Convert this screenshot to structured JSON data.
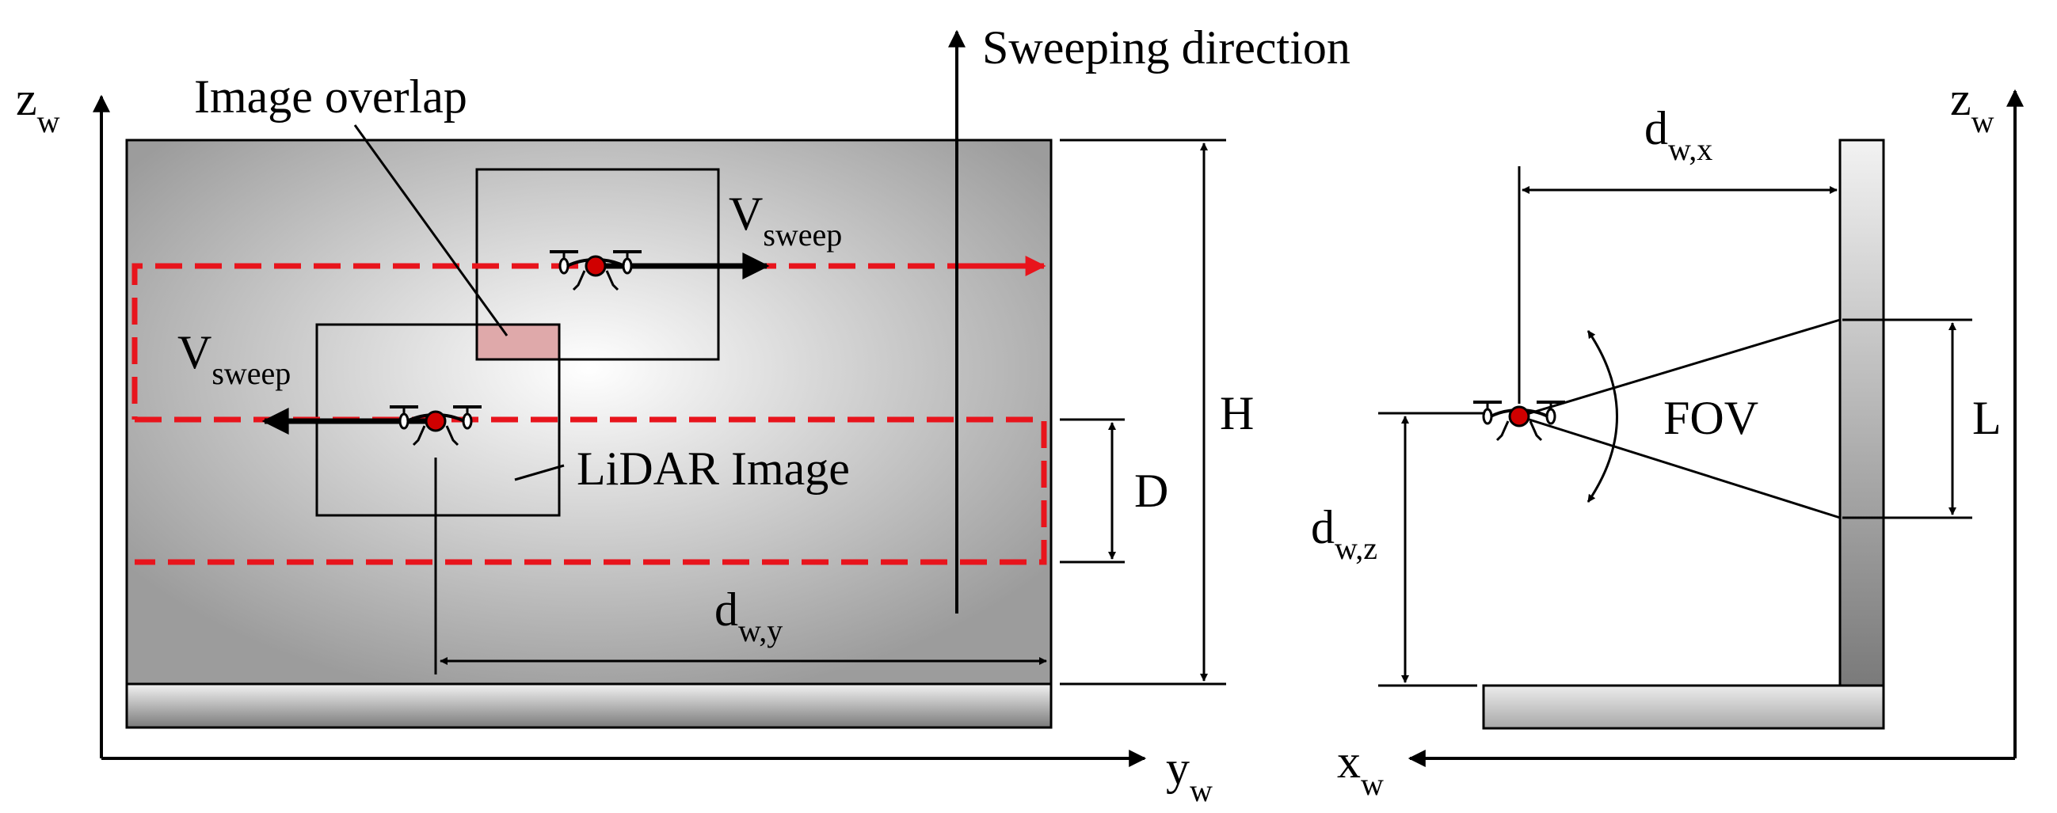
{
  "left_view": {
    "axis_vertical": {
      "base": "z",
      "sub": "w"
    },
    "axis_horizontal": {
      "base": "y",
      "sub": "w"
    },
    "label_image_overlap": "Image overlap",
    "label_sweeping_direction": "Sweeping direction",
    "label_lidar_image": "LiDAR Image",
    "velocity_upper": {
      "base": "V",
      "sub": "sweep"
    },
    "velocity_lower": {
      "base": "V",
      "sub": "sweep"
    },
    "dim_height": "H",
    "dim_spacing": "D",
    "dim_distance_y": {
      "base": "d",
      "sub": "w,y"
    }
  },
  "right_view": {
    "axis_vertical": {
      "base": "z",
      "sub": "w"
    },
    "axis_horizontal": {
      "base": "x",
      "sub": "w"
    },
    "dim_distance_x": {
      "base": "d",
      "sub": "w,x"
    },
    "dim_distance_z": {
      "base": "d",
      "sub": "w,z"
    },
    "label_fov": "FOV",
    "dim_footprint": "L"
  },
  "colors": {
    "path_red": "#e8141c",
    "overlap_fill": "#dfa9aa",
    "drone_body": "#d00000",
    "stroke": "#000000"
  }
}
